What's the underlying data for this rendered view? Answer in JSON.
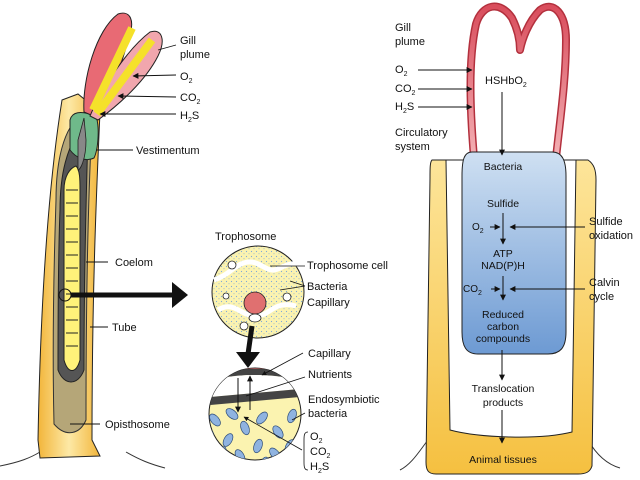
{
  "left_worm": {
    "labels": {
      "gill_plume_1": "Gill",
      "gill_plume_2": "plume",
      "o2": "O",
      "o2_sub": "2",
      "co2": "CO",
      "co2_sub": "2",
      "h2s_h": "H",
      "h2s_sub": "2",
      "h2s_s": "S",
      "vestimentum": "Vestimentum",
      "coelom": "Coelom",
      "tube": "Tube",
      "opisthosome": "Opisthosome"
    }
  },
  "trophosome": {
    "title": "Trophosome",
    "labels": {
      "trophosome_cell": "Trophosome cell",
      "bacteria": "Bacteria",
      "capillary": "Capillary"
    }
  },
  "detail": {
    "labels": {
      "capillary": "Capillary",
      "nutrients": "Nutrients",
      "endosymbiotic_1": "Endosymbiotic",
      "endosymbiotic_2": "bacteria",
      "o2": "O",
      "o2_sub": "2",
      "co2": "CO",
      "co2_sub": "2",
      "h2s_h": "H",
      "h2s_sub": "2",
      "h2s_s": "S"
    }
  },
  "right_schematic": {
    "labels": {
      "gill_plume_1": "Gill",
      "gill_plume_2": "plume",
      "o2": "O",
      "o2_sub": "2",
      "co2": "CO",
      "co2_sub": "2",
      "h2s_h": "H",
      "h2s_sub": "2",
      "h2s_s": "S",
      "hshbo2": "HSHbO",
      "hshbo2_sub": "2",
      "circulatory_1": "Circulatory",
      "circulatory_2": "system",
      "bacteria": "Bacteria",
      "sulfide": "Sulfide",
      "inner_o2": "O",
      "inner_o2_sub": "2",
      "atp": "ATP",
      "nadph": "NAD(P)H",
      "inner_co2": "CO",
      "inner_co2_sub": "2",
      "reduced_1": "Reduced",
      "reduced_2": "carbon",
      "reduced_3": "compounds",
      "sulfide_oxidation_1": "Sulfide",
      "sulfide_oxidation_2": "oxidation",
      "calvin_1": "Calvin",
      "calvin_2": "cycle",
      "translocation_1": "Translocation",
      "translocation_2": "products",
      "animal_tissues": "Animal tissues"
    }
  },
  "colors": {
    "tube_yellow": "#f5c84a",
    "plume_red": "#e0606a",
    "vestimentum_green": "#6fb98a",
    "coelom_yellow": "#fff27a",
    "bacteria_blue": "#7ea8d8",
    "capillary_red": "#e07070"
  }
}
